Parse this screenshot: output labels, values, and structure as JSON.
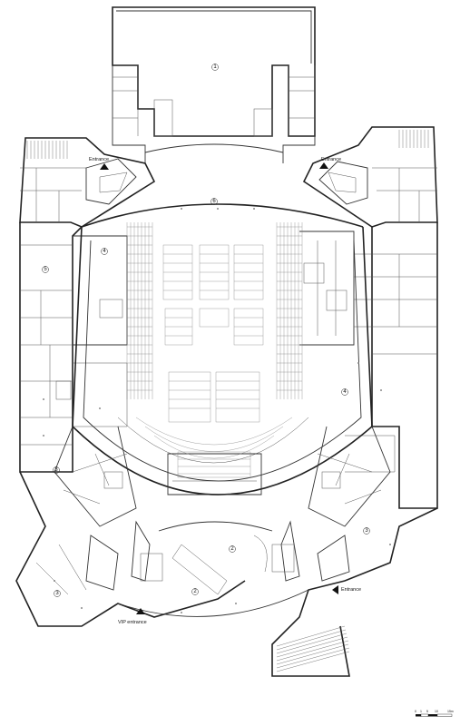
{
  "labels": {
    "entrance_left": "Entrance",
    "entrance_right": "Entrance",
    "entrance_south": "Entrance",
    "vip_entrance": "VIP entrance"
  },
  "zones": [
    {
      "id": "z1",
      "text": "1"
    },
    {
      "id": "z2a",
      "text": "2"
    },
    {
      "id": "z2b",
      "text": "2"
    },
    {
      "id": "z3a",
      "text": "3"
    },
    {
      "id": "z3b",
      "text": "3"
    },
    {
      "id": "z3c",
      "text": "3"
    },
    {
      "id": "z4a",
      "text": "4"
    },
    {
      "id": "z4b",
      "text": "4"
    },
    {
      "id": "z5",
      "text": "5"
    },
    {
      "id": "z6",
      "text": "6"
    }
  ],
  "scale_bar": {
    "ticks": [
      "0",
      "1",
      "5",
      "10",
      "15m"
    ]
  }
}
